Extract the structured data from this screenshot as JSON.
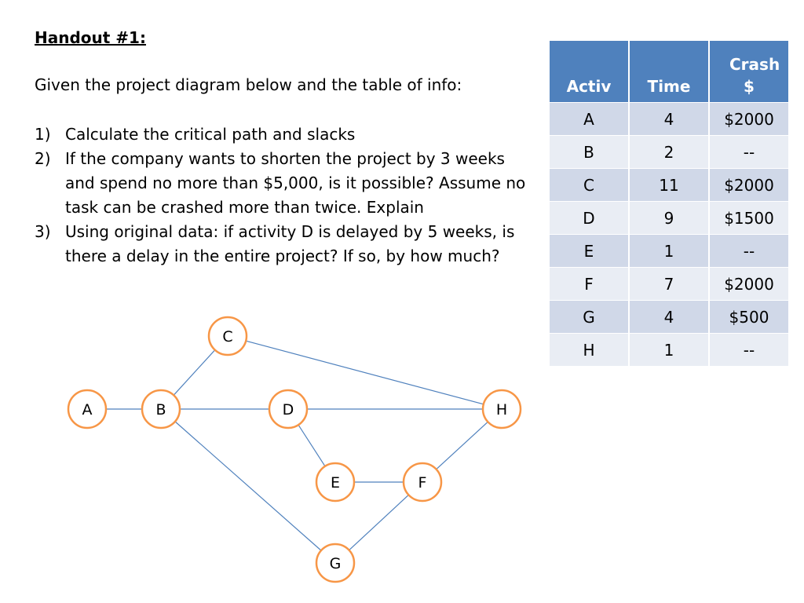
{
  "handout": {
    "title": "Handout #1:",
    "intro": "Given the project diagram below and the table of info:",
    "questions": [
      {
        "number": "1)",
        "text": "Calculate the critical path and slacks"
      },
      {
        "number": "2)",
        "text": "If the company wants to shorten the project by 3 weeks and spend no more than $5,000, is it possible? Assume no task can be crashed more than twice. Explain"
      },
      {
        "number": "3)",
        "text": "Using original data:  if activity D is delayed by 5 weeks, is there a delay in the entire project?  If so, by how much?"
      }
    ]
  },
  "table": {
    "headers": [
      "Activ",
      "Time",
      "Crash $"
    ],
    "rows": [
      [
        "A",
        "4",
        "$2000"
      ],
      [
        "B",
        "2",
        "--"
      ],
      [
        "C",
        "11",
        "$2000"
      ],
      [
        "D",
        "9",
        "$1500"
      ],
      [
        "E",
        "1",
        "--"
      ],
      [
        "F",
        "7",
        "$2000"
      ],
      [
        "G",
        "4",
        "$500"
      ],
      [
        "H",
        "1",
        "--"
      ]
    ]
  },
  "diagram": {
    "nodes": [
      "A",
      "B",
      "C",
      "D",
      "E",
      "F",
      "G",
      "H"
    ],
    "edges": [
      [
        "A",
        "B"
      ],
      [
        "B",
        "C"
      ],
      [
        "B",
        "D"
      ],
      [
        "B",
        "G"
      ],
      [
        "C",
        "H"
      ],
      [
        "D",
        "H"
      ],
      [
        "D",
        "E"
      ],
      [
        "E",
        "F"
      ],
      [
        "F",
        "H"
      ],
      [
        "G",
        "F"
      ]
    ],
    "colors": {
      "node_border": "#f79646",
      "edge": "#4f81bd",
      "table_header": "#4f81bd",
      "row_dark": "#d0d8e8",
      "row_light": "#e9edf4"
    }
  }
}
